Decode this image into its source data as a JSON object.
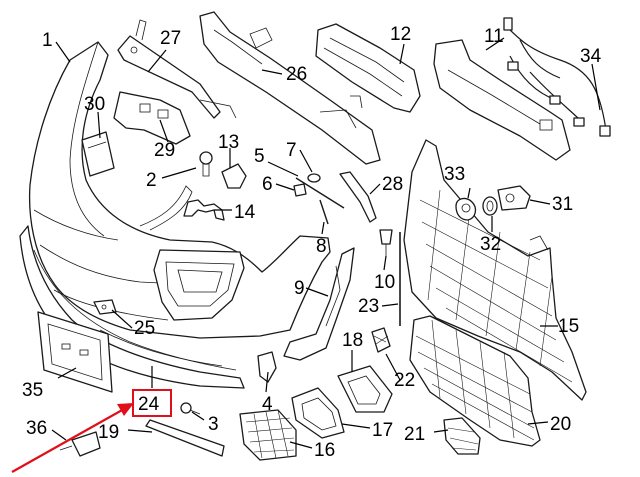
{
  "diagram": {
    "highlight": {
      "target": "24",
      "color": "#e0101a"
    },
    "callouts": [
      {
        "id": "1",
        "label": "1"
      },
      {
        "id": "2",
        "label": "2"
      },
      {
        "id": "3",
        "label": "3"
      },
      {
        "id": "4",
        "label": "4"
      },
      {
        "id": "5",
        "label": "5"
      },
      {
        "id": "6",
        "label": "6"
      },
      {
        "id": "7",
        "label": "7"
      },
      {
        "id": "8",
        "label": "8"
      },
      {
        "id": "9",
        "label": "9"
      },
      {
        "id": "10",
        "label": "10"
      },
      {
        "id": "11",
        "label": "11"
      },
      {
        "id": "12",
        "label": "12"
      },
      {
        "id": "13",
        "label": "13"
      },
      {
        "id": "14",
        "label": "14"
      },
      {
        "id": "15",
        "label": "15"
      },
      {
        "id": "16",
        "label": "16"
      },
      {
        "id": "17",
        "label": "17"
      },
      {
        "id": "18",
        "label": "18"
      },
      {
        "id": "19",
        "label": "19"
      },
      {
        "id": "20",
        "label": "20"
      },
      {
        "id": "21",
        "label": "21"
      },
      {
        "id": "22",
        "label": "22"
      },
      {
        "id": "23",
        "label": "23"
      },
      {
        "id": "24",
        "label": "24"
      },
      {
        "id": "25",
        "label": "25"
      },
      {
        "id": "26",
        "label": "26"
      },
      {
        "id": "27",
        "label": "27"
      },
      {
        "id": "28",
        "label": "28"
      },
      {
        "id": "29",
        "label": "29"
      },
      {
        "id": "30",
        "label": "30"
      },
      {
        "id": "31",
        "label": "31"
      },
      {
        "id": "32",
        "label": "32"
      },
      {
        "id": "33",
        "label": "33"
      },
      {
        "id": "34",
        "label": "34"
      },
      {
        "id": "35",
        "label": "35"
      },
      {
        "id": "36",
        "label": "36"
      }
    ]
  }
}
